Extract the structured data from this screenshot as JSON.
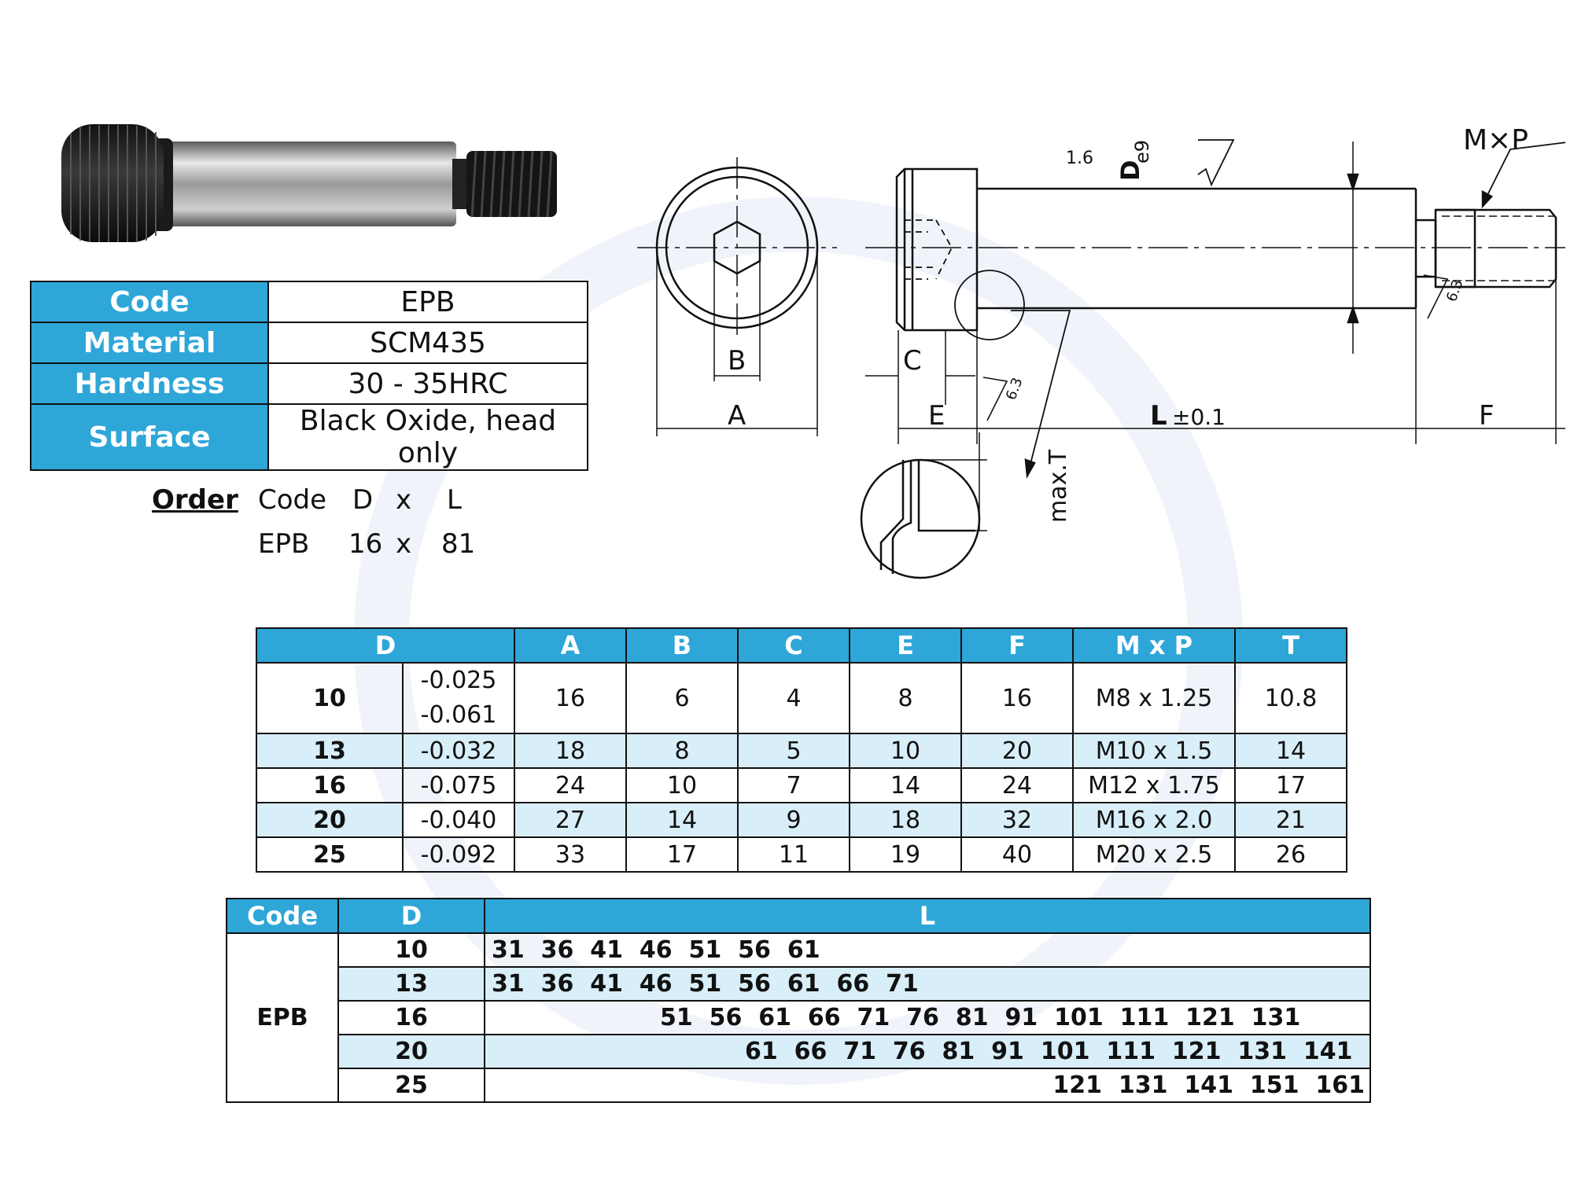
{
  "spec": [
    {
      "label": "Code",
      "value": "EPB"
    },
    {
      "label": "Material",
      "value": "SCM435"
    },
    {
      "label": "Hardness",
      "value": "30 - 35HRC"
    },
    {
      "label": "Surface",
      "value": "Black Oxide, head only"
    }
  ],
  "order": {
    "label": "Order",
    "header": [
      "Code",
      "D",
      "x",
      "L"
    ],
    "example": [
      "EPB",
      "16",
      "x",
      "81"
    ]
  },
  "drawing": {
    "labels": {
      "A": "A",
      "B": "B",
      "C": "C",
      "E": "E",
      "L": "L",
      "tol": "±0.1",
      "F": "F",
      "D": "D",
      "De9": "e9",
      "MxP": "M×P",
      "maxT": "max.T",
      "r16": "1.6",
      "r63a": "6.3",
      "r63b": "6.3"
    }
  },
  "dims": {
    "headers": [
      "D",
      "A",
      "B",
      "C",
      "E",
      "F",
      "M x P",
      "T"
    ],
    "rows": [
      {
        "D": "10",
        "tol": [
          "-0.025",
          "-0.061"
        ],
        "A": "16",
        "B": "6",
        "C": "4",
        "E": "8",
        "F": "16",
        "MxP": "M8 x 1.25",
        "T": "10.8"
      },
      {
        "D": "13",
        "tol": [
          "-0.032"
        ],
        "A": "18",
        "B": "8",
        "C": "5",
        "E": "10",
        "F": "20",
        "MxP": "M10 x 1.5",
        "T": "14"
      },
      {
        "D": "16",
        "tol": [
          "-0.075"
        ],
        "A": "24",
        "B": "10",
        "C": "7",
        "E": "14",
        "F": "24",
        "MxP": "M12 x 1.75",
        "T": "17"
      },
      {
        "D": "20",
        "tol": [
          "-0.040"
        ],
        "A": "27",
        "B": "14",
        "C": "9",
        "E": "18",
        "F": "32",
        "MxP": "M16 x 2.0",
        "T": "21"
      },
      {
        "D": "25",
        "tol": [
          "-0.092"
        ],
        "A": "33",
        "B": "17",
        "C": "11",
        "E": "19",
        "F": "40",
        "MxP": "M20 x 2.5",
        "T": "26"
      }
    ]
  },
  "lengths": {
    "headers": [
      "Code",
      "D",
      "L"
    ],
    "code": "EPB",
    "rows": [
      {
        "D": "10",
        "L": "31  36  41  46  51  56  61"
      },
      {
        "D": "13",
        "L": "31  36  41  46  51  56  61  66  71"
      },
      {
        "D": "16",
        "L": "51  56  61  66  71  76  81  91  101  111  121  131"
      },
      {
        "D": "20",
        "L": "61  66  71  76  81  91  101  111  121  131  141"
      },
      {
        "D": "25",
        "L": "121  131  141  151  161"
      }
    ]
  }
}
